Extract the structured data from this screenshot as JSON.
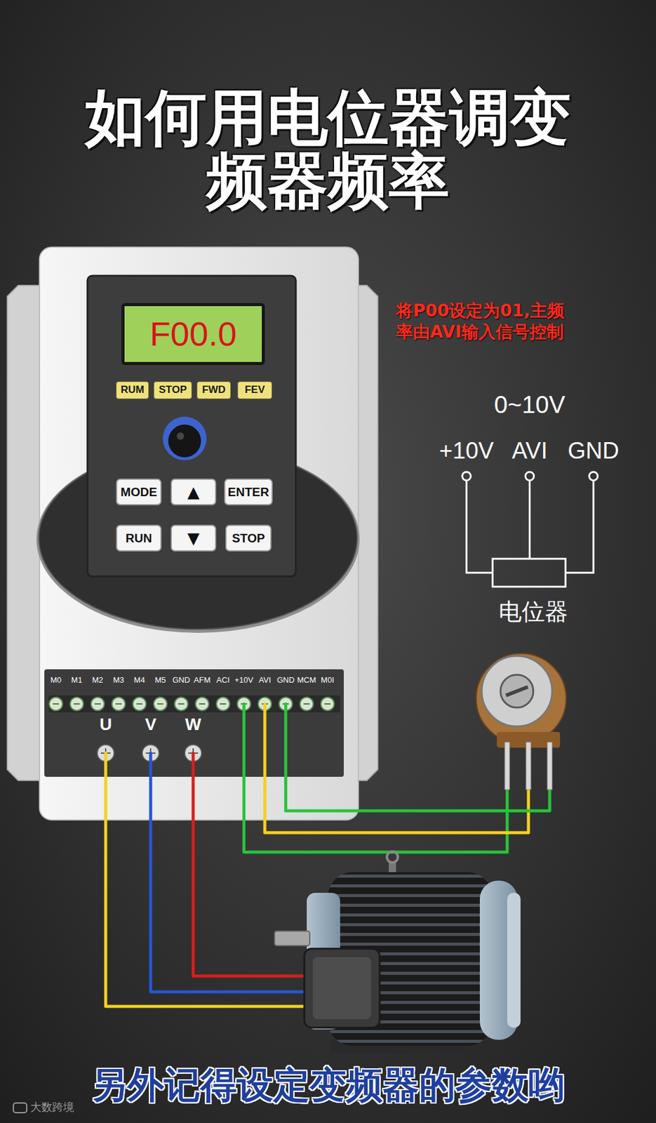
{
  "diagram": {
    "title": "如何用电位器调变频器频率",
    "caption": "另外记得设定变频器的参数哟",
    "nodes": [
      {
        "text": [
          "F00.0"
        ]
      },
      {
        "text": [
          "RUM"
        ]
      },
      {
        "text": [
          "STOP"
        ]
      },
      {
        "text": [
          "FWD"
        ]
      },
      {
        "text": [
          "FEV"
        ]
      },
      {
        "text": [
          "MODE"
        ]
      },
      {
        "text": [
          "▲"
        ]
      },
      {
        "text": [
          "ENTER"
        ]
      },
      {
        "text": [
          "RUN"
        ]
      },
      {
        "text": [
          "▼"
        ]
      },
      {
        "text": [
          "STOP"
        ]
      }
    ],
    "labels": [
      "将P00设定为01,主频率由AVI输入信号控制",
      "0~10V",
      "+10V",
      "AVI",
      "GND",
      "电位器",
      "M0",
      "M1",
      "M2",
      "M3",
      "M4",
      "M5",
      "GND",
      "AFM",
      "ACI",
      "+10V",
      "AVI",
      "GND",
      "MCM",
      "M0I",
      "U",
      "V",
      "W",
      "大数跨境"
    ]
  }
}
